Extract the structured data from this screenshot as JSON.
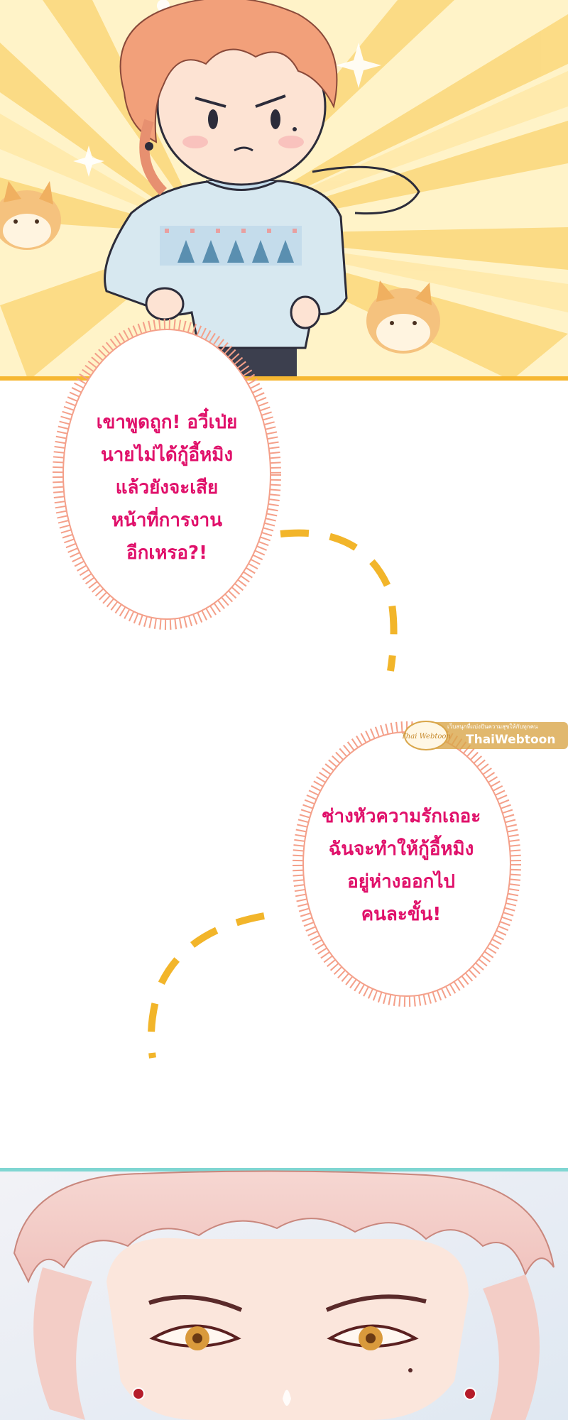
{
  "bubble1": {
    "lines": [
      "เขาพูดถูก! อวี๋เป่ย",
      "นายไม่ได้กู้อี้หมิง",
      "แล้วยังจะเสีย",
      "หน้าที่การงาน",
      "อีกเหรอ?!"
    ]
  },
  "bubble2": {
    "lines": [
      "ช่างหัวความรักเถอะ",
      "ฉันจะทำให้กู้อี้หมิง",
      "อยู่ห่างออกไป",
      "คนละขั้น!"
    ]
  },
  "watermark": {
    "tagline": "เว็บสนุกที่แบ่งปันความสุขให้กับทุกคน",
    "brand": "ThaiWebtoon",
    "logo": "Thai Webtoon"
  },
  "colors": {
    "speech_text": "#e0106a",
    "bubble_spikes": "#f4a08a",
    "dash_connector": "#f2b52a",
    "top_panel_bg": "#fff1c2",
    "top_panel_border": "#f6b731",
    "bottom_panel_border": "#7fd6d2"
  }
}
